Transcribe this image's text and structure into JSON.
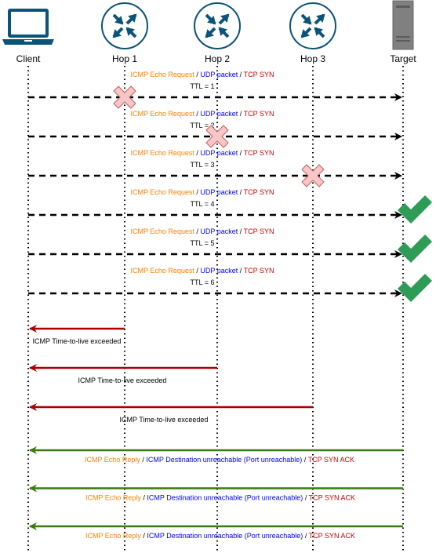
{
  "colors": {
    "icmp": "#ff8000",
    "udp": "#0000ff",
    "tcp": "#cc0000",
    "ttl_error": "#aa0000",
    "reply": "#3b7a0e",
    "router": "#0b5377",
    "router_bg": "#ffffff",
    "check": "#2e9b57",
    "cross_fill": "#f7c6c6",
    "cross_stroke": "#c06060",
    "laptop": "#0b5377",
    "server": "#808080"
  },
  "nodes": [
    {
      "id": "client",
      "label": "Client",
      "icon": "laptop-icon"
    },
    {
      "id": "hop1",
      "label": "Hop 1",
      "icon": "router-icon"
    },
    {
      "id": "hop2",
      "label": "Hop 2",
      "icon": "router-icon"
    },
    {
      "id": "hop3",
      "label": "Hop 3",
      "icon": "router-icon"
    },
    {
      "id": "target",
      "label": "Target",
      "icon": "server-icon"
    }
  ],
  "probe_label": {
    "icmp": "ICMP Echo Request",
    "sep1": " / ",
    "udp": "UDP packet",
    "sep2": " / ",
    "tcp": "TCP SYN"
  },
  "probes": [
    {
      "ttl": "TTL = 1",
      "outcome": "dropped",
      "at": "hop1"
    },
    {
      "ttl": "TTL = 2",
      "outcome": "dropped",
      "at": "hop2"
    },
    {
      "ttl": "TTL = 3",
      "outcome": "dropped",
      "at": "hop3"
    },
    {
      "ttl": "TTL = 4",
      "outcome": "delivered",
      "at": "target"
    },
    {
      "ttl": "TTL = 5",
      "outcome": "delivered",
      "at": "target"
    },
    {
      "ttl": "TTL = 6",
      "outcome": "delivered",
      "at": "target"
    }
  ],
  "ttl_exceeded": [
    {
      "from": "hop1",
      "label": "ICMP Time-to-live exceeded"
    },
    {
      "from": "hop2",
      "label": "ICMP Time-to-live exceeded"
    },
    {
      "from": "hop3",
      "label": "ICMP Time-to-live exceeded"
    }
  ],
  "reply_label": {
    "icmp": "ICMP Echo Reply",
    "sep1": " / ",
    "unreach": "ICMP Destination unreachable (Port unreachable)",
    "sep2": " / ",
    "tcp": "TCP SYN ACK"
  },
  "replies": [
    {
      "from": "target"
    },
    {
      "from": "target"
    },
    {
      "from": "target"
    }
  ]
}
